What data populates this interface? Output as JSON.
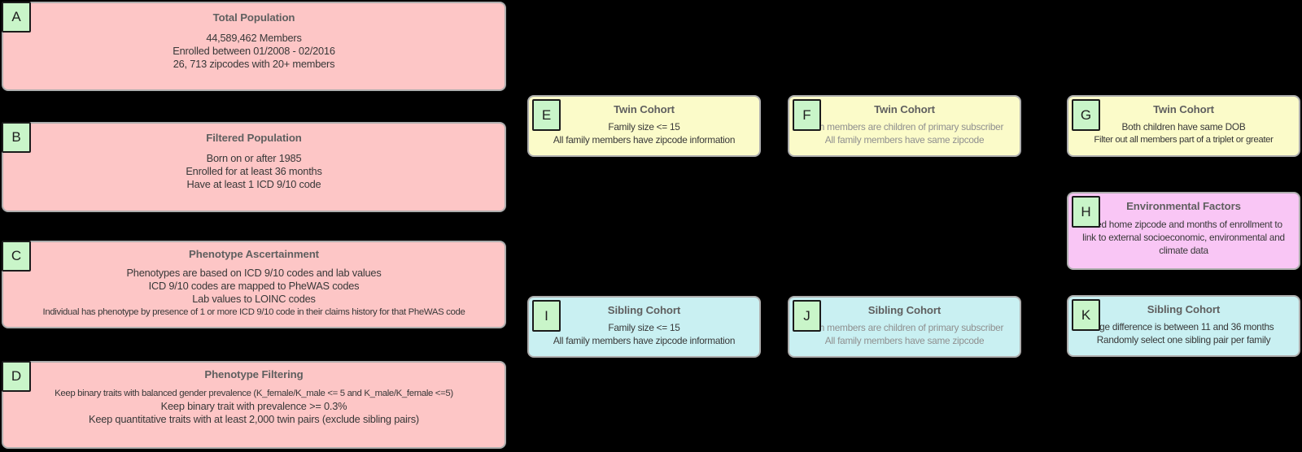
{
  "diagram": {
    "type": "flowchart",
    "background": "#000000",
    "colors": {
      "population_fill": "#fdc6c6",
      "twin_fill": "#fbfbc9",
      "sibling_fill": "#c9f0f2",
      "environment_fill": "#f9c6f5",
      "label_fill": "#c9f5c9",
      "box_border": "#aeaeae",
      "label_border": "#1b1b1b",
      "title_text": "#5f5f5f",
      "body_text": "#383838",
      "muted_text": "#8f8f8f"
    },
    "boxes": {
      "A": {
        "label": "A",
        "title": "Total Population",
        "lines": [
          "44,589,462 Members",
          "Enrolled between 01/2008 - 02/2016",
          "26, 713 zipcodes with 20+ members"
        ]
      },
      "B": {
        "label": "B",
        "title": "Filtered Population",
        "lines": [
          "Born on or after 1985",
          "Enrolled for at least 36 months",
          "Have at least 1 ICD 9/10 code"
        ]
      },
      "C": {
        "label": "C",
        "title": "Phenotype Ascertainment",
        "lines": [
          "Phenotypes are based on ICD 9/10 codes and lab values",
          "ICD 9/10 codes are mapped to PheWAS codes",
          "Lab values to LOINC codes",
          "Individual has phenotype by presence of 1 or more ICD 9/10 code in their claims history for that PheWAS code"
        ]
      },
      "D": {
        "label": "D",
        "title": "Phenotype Filtering",
        "lines": [
          "Keep binary traits with balanced gender prevalence (K_female/K_male <= 5 and K_male/K_female <=5)",
          "Keep binary trait with prevalence >= 0.3%",
          "Keep quantitative traits with at least 2,000 twin pairs (exclude sibling pairs)"
        ]
      },
      "E": {
        "label": "E",
        "title": "Twin Cohort",
        "lines": [
          "Family size <= 15",
          "All family members have zipcode information"
        ]
      },
      "F": {
        "label": "F",
        "title": "Twin Cohort",
        "lines": [
          "Both members are children of primary subscriber",
          "All family members have same zipcode"
        ]
      },
      "G": {
        "label": "G",
        "title": "Twin Cohort",
        "lines": [
          "Both children have same DOB",
          "Filter out all members part of a triplet or greater"
        ]
      },
      "H": {
        "label": "H",
        "title": "Environmental Factors",
        "lines": [
          "Used home zipcode and months of enrollment to",
          "link to external socioeconomic, environmental and",
          "climate data"
        ]
      },
      "I": {
        "label": "I",
        "title": "Sibling Cohort",
        "lines": [
          "Family size <= 15",
          "All family members have zipcode information"
        ]
      },
      "J": {
        "label": "J",
        "title": "Sibling Cohort",
        "lines": [
          "Both members are children of primary subscriber",
          "All family members have same zipcode"
        ]
      },
      "K": {
        "label": "K",
        "title": "Sibling Cohort",
        "lines": [
          "Age difference is between 11 and 36 months",
          "Randomly select one sibling pair per family"
        ]
      }
    }
  }
}
